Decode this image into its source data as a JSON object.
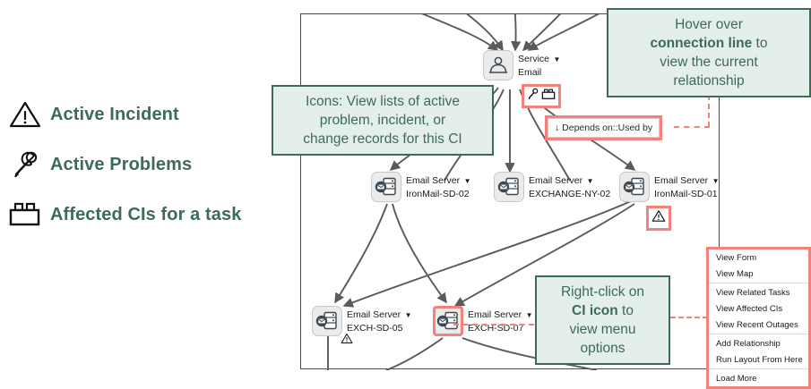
{
  "legend": {
    "items": [
      {
        "icon": "warning-triangle-icon",
        "label": "Active Incident"
      },
      {
        "icon": "wrench-icon",
        "label": "Active Problems"
      },
      {
        "icon": "brick-icon",
        "label": "Affected CIs for a task"
      }
    ]
  },
  "map": {
    "service_node": {
      "type_label": "Service",
      "caret": "▼",
      "name": "Email",
      "badges": [
        "wrench-icon",
        "brick-icon"
      ],
      "badges_highlighted": true
    },
    "relationship_tooltip": {
      "text": "↓ Depends on::Used by"
    },
    "nodes": [
      {
        "type_label": "Email Server",
        "caret": "▼",
        "name": "IronMail-SD-02",
        "incident": false,
        "icon_highlighted": false
      },
      {
        "type_label": "Email Server",
        "caret": "▼",
        "name": "EXCHANGE-NY-02",
        "incident": false,
        "icon_highlighted": false
      },
      {
        "type_label": "Email Server",
        "caret": "▼",
        "name": "IronMail-SD-01",
        "incident": true,
        "incident_highlighted": true,
        "icon_highlighted": false
      },
      {
        "type_label": "Email Server",
        "caret": "▼",
        "name": "EXCH-SD-05",
        "incident": true,
        "incident_highlighted": false,
        "icon_highlighted": false
      },
      {
        "type_label": "Email Server",
        "caret": "▼",
        "name": "EXCH-SD-07",
        "incident": false,
        "icon_highlighted": true
      }
    ]
  },
  "callouts": {
    "icons": {
      "line1": "Icons: View lists of active",
      "line2": "problem, incident, or",
      "line3": "change records for this CI"
    },
    "hover": {
      "line1": "Hover over",
      "bold": "connection line",
      "line1_tail": " to",
      "line2": "view the current",
      "line3": "relationship"
    },
    "rightclick": {
      "line1": "Right-click on",
      "bold": "CI icon",
      "line1_tail": " to",
      "line2": "view menu",
      "line3": "options"
    }
  },
  "context_menu": {
    "groups": [
      [
        "View Form",
        "View Map"
      ],
      [
        "View Related Tasks",
        "View Affected CIs",
        "View Recent Outages"
      ],
      [
        "Add Relationship",
        "Run Layout From Here"
      ],
      [
        "Load More"
      ]
    ]
  },
  "colors": {
    "accent_green": "#3d6b56",
    "callout_bg": "#e4eeea",
    "highlight_red": "#f4827c",
    "edge_gray": "#5a5a5a"
  }
}
